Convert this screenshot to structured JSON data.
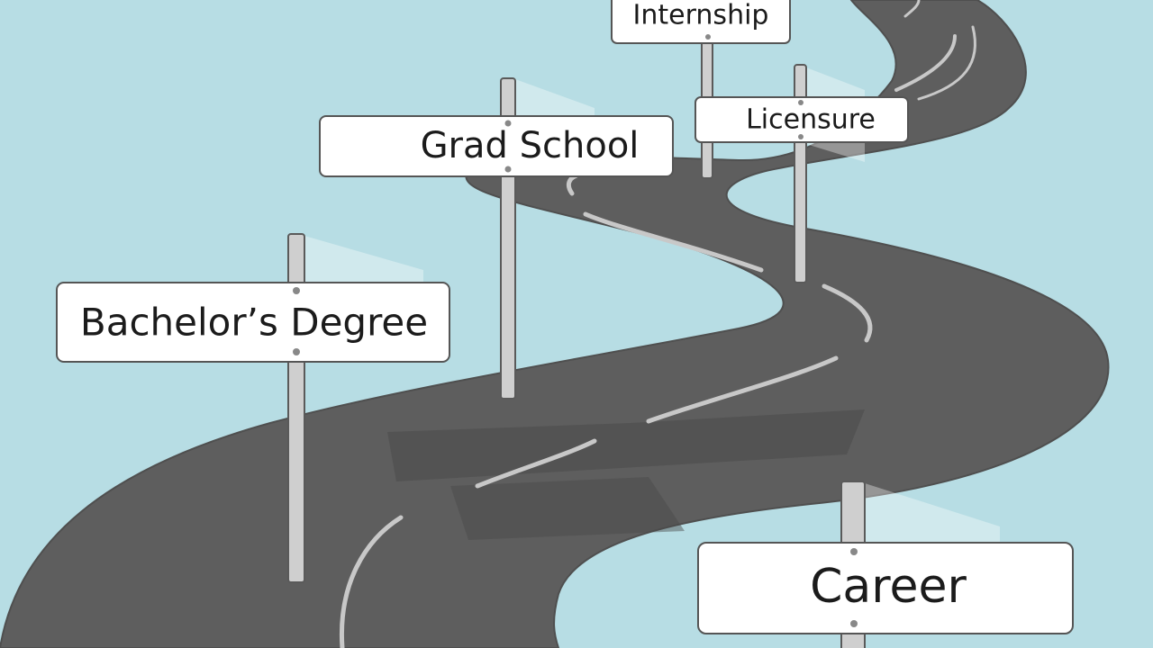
{
  "colors": {
    "sky": "#b7dde4",
    "road": "#5f5f5f",
    "road_edge": "#555555",
    "lane_marking": "#c9c9c9",
    "sign_face": "#ffffff",
    "sign_border": "#5a5a5a",
    "pole": "#c9c9c9"
  },
  "signs": {
    "internship": {
      "label": "Internship"
    },
    "grad_school": {
      "label": "Grad School"
    },
    "licensure": {
      "label": "Licensure"
    },
    "bachelors": {
      "label": "Bachelor’s Degree"
    },
    "career": {
      "label": "Career"
    }
  }
}
